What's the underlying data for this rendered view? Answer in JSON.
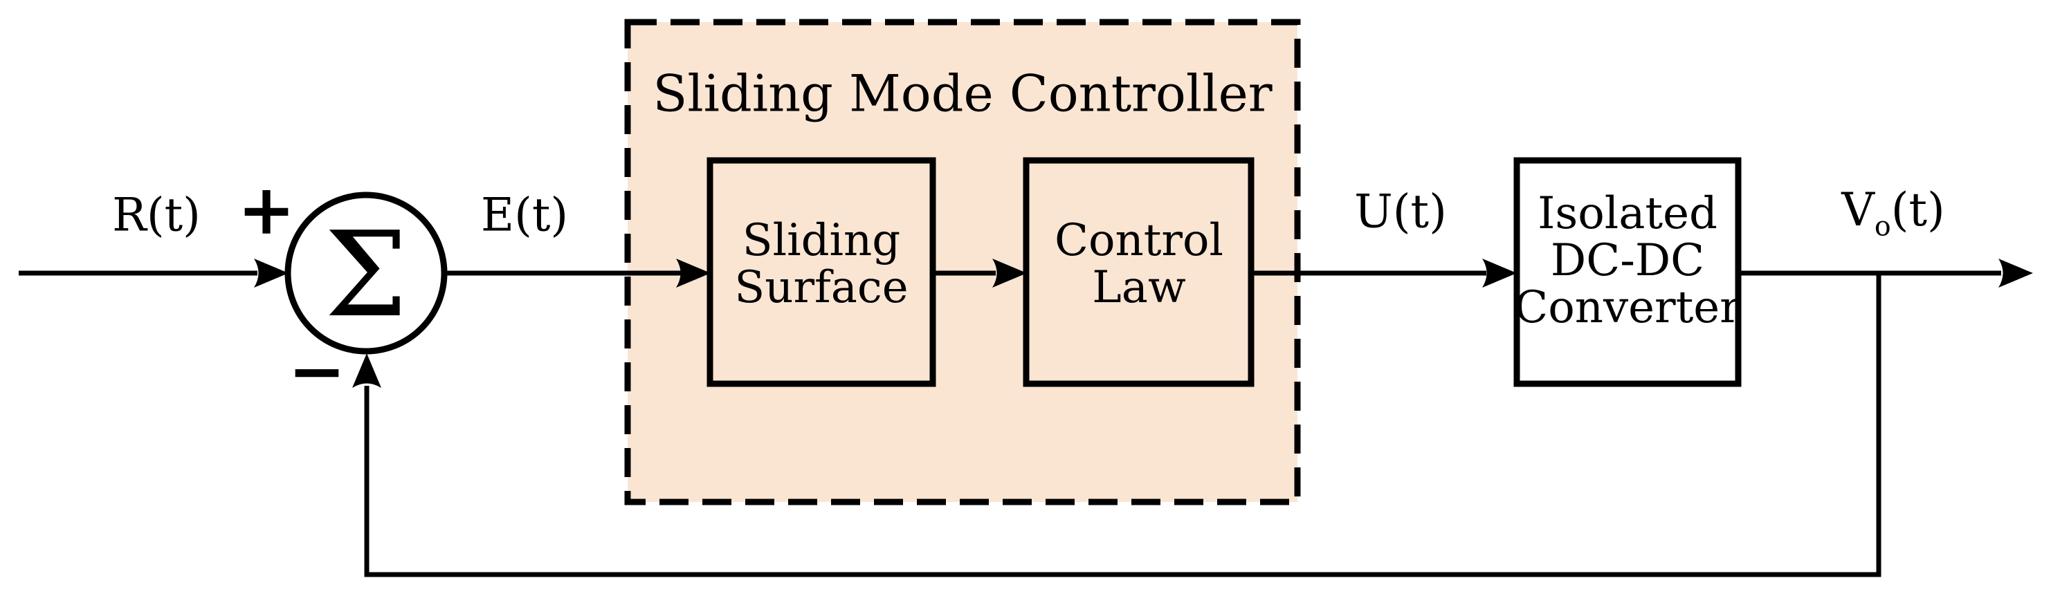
{
  "colors": {
    "background": "#ffffff",
    "line": "#000000",
    "text": "#000000",
    "controller_fill": "#fae5d3",
    "converter_fill": "#ffffff"
  },
  "summing_junction": {
    "symbol": "Σ",
    "plus_sign": "+",
    "minus_sign": "−"
  },
  "signals": {
    "reference": "R(t)",
    "error": "E(t)",
    "control": "U(t)",
    "output_base": "V",
    "output_subscript": "o",
    "output_suffix": "(t)"
  },
  "controller": {
    "title": "Sliding Mode Controller",
    "blocks": [
      {
        "label": "Sliding\nSurface"
      },
      {
        "label": "Control\nLaw"
      }
    ]
  },
  "plant": {
    "label": "Isolated\nDC-DC\nConverter"
  }
}
